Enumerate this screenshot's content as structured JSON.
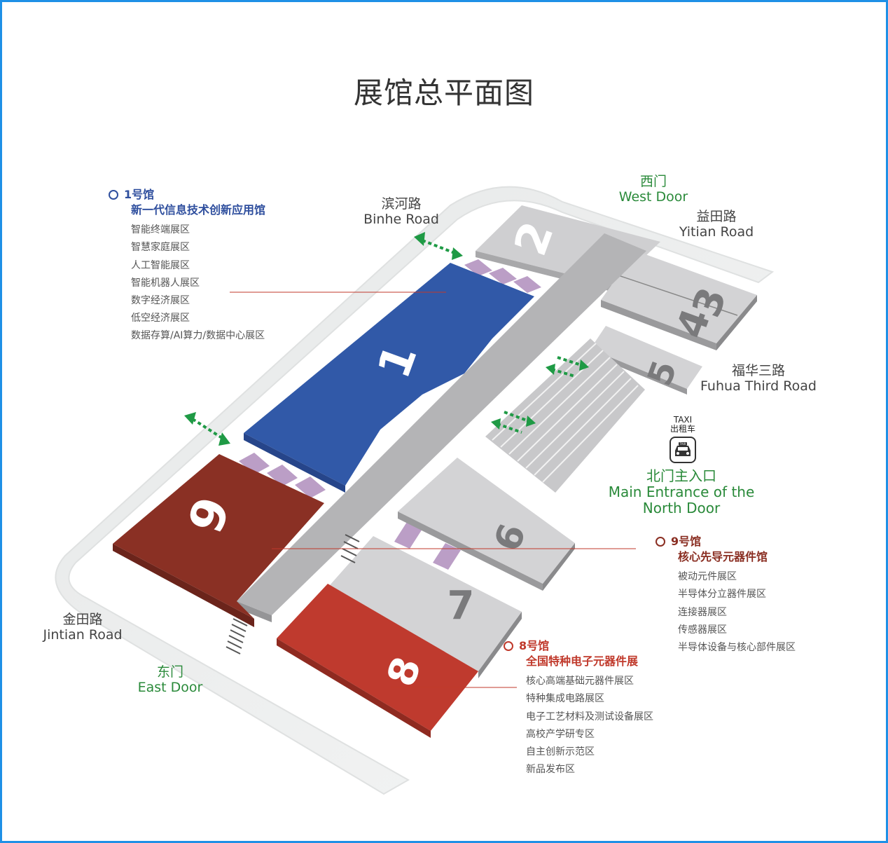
{
  "title": "展馆总平面图",
  "roads": {
    "binhe": {
      "cn": "滨河路",
      "en": "Binhe Road"
    },
    "yitian": {
      "cn": "益田路",
      "en": "Yitian Road"
    },
    "fuhua": {
      "cn": "福华三路",
      "en": "Fuhua Third Road"
    },
    "jintian": {
      "cn": "金田路",
      "en": "Jintian Road"
    }
  },
  "doors": {
    "west": {
      "cn": "西门",
      "en": "West Door"
    },
    "east": {
      "cn": "东门",
      "en": "East Door"
    }
  },
  "entrance": {
    "cn": "北门主入口",
    "en1": "Main Entrance of the",
    "en2": "North Door"
  },
  "taxi": {
    "en": "TAXI",
    "cn": "出租车",
    "icon": "taxi-icon",
    "badge": "TAXI"
  },
  "hall_numbers": {
    "h1": "1",
    "h2": "2",
    "h3": "3",
    "h4": "4",
    "h5": "5",
    "h6": "6",
    "h7": "7",
    "h8": "8",
    "h9": "9"
  },
  "halls": {
    "hall1": {
      "name": "1号馆",
      "subtitle": "新一代信息技术创新应用馆",
      "color": "#2f4f9e",
      "zones": [
        "智能终端展区",
        "智慧家庭展区",
        "人工智能展区",
        "智能机器人展区",
        "数字经济展区",
        "低空经济展区",
        "数据存算/AI算力/数据中心展区"
      ]
    },
    "hall9": {
      "name": "9号馆",
      "subtitle": "核心先导元器件馆",
      "color": "#8a2e22",
      "zones": [
        "被动元件展区",
        "半导体分立器件展区",
        "连接器展区",
        "传感器展区",
        "半导体设备与核心部件展区"
      ]
    },
    "hall8": {
      "name": "8号馆",
      "subtitle": "全国特种电子元器件展",
      "color": "#c0392b",
      "zones": [
        "核心高端基础元器件展区",
        "特种集成电路展区",
        "电子工艺材料及测试设备展区",
        "高校产学研专区",
        "自主创新示范区",
        "新品发布区"
      ]
    }
  },
  "colors": {
    "frame": "#1e90e6",
    "hall1": "#3159a8",
    "hall9": "#8a3024",
    "hall8": "#bf3a2e",
    "grey_hall": "#d0d0d2",
    "corridor": "#b5b5b7",
    "bridge": "#b99bc4",
    "arrow": "#1f9a45",
    "road_color": "#e4e6e6"
  }
}
